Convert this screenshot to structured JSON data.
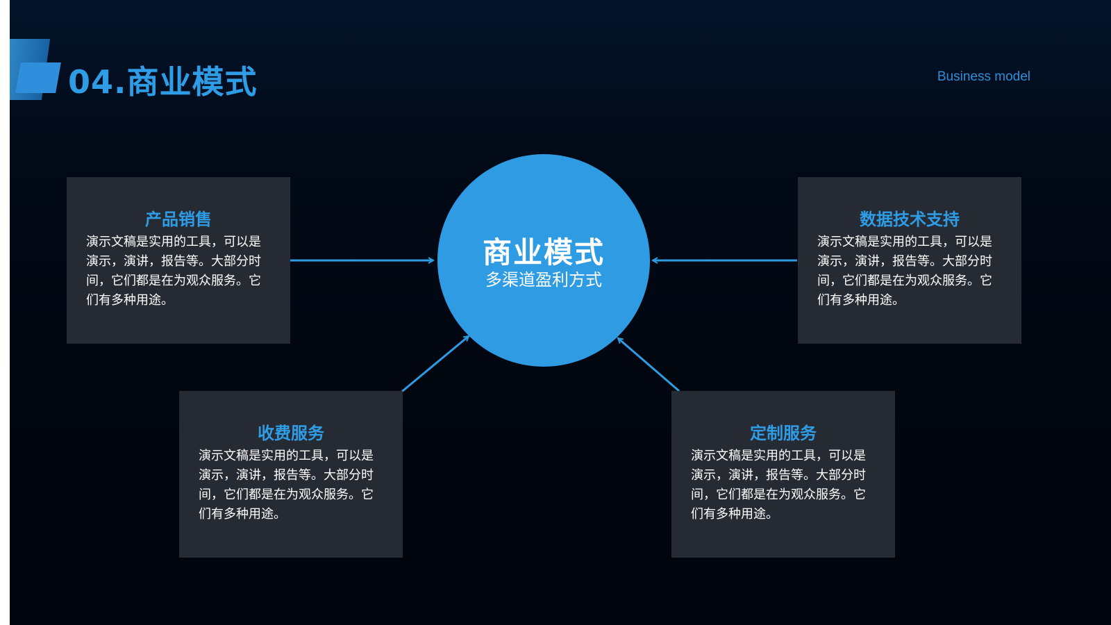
{
  "header": {
    "title": "04.商业模式",
    "subtitle": "Business model"
  },
  "center": {
    "title": "商业模式",
    "subtitle": "多渠道盈利方式"
  },
  "cards": [
    {
      "title": "产品销售",
      "text": "演示文稿是实用的工具，可以是演示，演讲，报告等。大部分时间，它们都是在为观众服务。它们有多种用途。"
    },
    {
      "title": "数据技术支持",
      "text": "演示文稿是实用的工具，可以是演示，演讲，报告等。大部分时间，它们都是在为观众服务。它们有多种用途。"
    },
    {
      "title": "收费服务",
      "text": "演示文稿是实用的工具，可以是演示，演讲，报告等。大部分时间，它们都是在为观众服务。它们有多种用途。"
    },
    {
      "title": "定制服务",
      "text": "演示文稿是实用的工具，可以是演示，演讲，报告等。大部分时间，它们都是在为观众服务。它们有多种用途。"
    }
  ],
  "colors": {
    "accent": "#2e9be3",
    "card_bg": "#262a32",
    "background": "#01060f"
  }
}
